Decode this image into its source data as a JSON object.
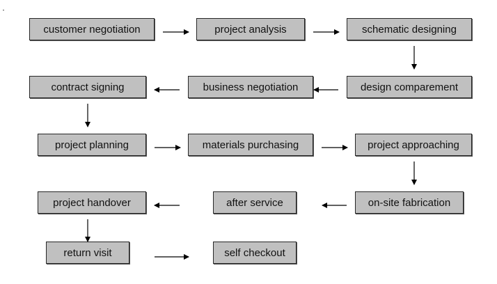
{
  "colors": {
    "box_fill": "#c0c0c0",
    "box_border": "#262626",
    "arrow": "#000000",
    "text": "#111111"
  },
  "steps": {
    "customer_negotiation": "customer negotiation",
    "project_analysis": "project analysis",
    "schematic_designing": "schematic designing",
    "design_comparement": "design comparement",
    "business_negotiation": "business negotiation",
    "contract_signing": "contract signing",
    "project_planning": "project planning",
    "materials_purchasing": "materials purchasing",
    "project_approaching": "project approaching",
    "onsite_fabrication": "on-site fabrication",
    "after_service": "after service",
    "project_handover": "project handover",
    "return_visit": "return visit",
    "self_checkout": "self checkout"
  },
  "flow": [
    [
      "customer_negotiation",
      "project_analysis"
    ],
    [
      "project_analysis",
      "schematic_designing"
    ],
    [
      "schematic_designing",
      "design_comparement"
    ],
    [
      "design_comparement",
      "business_negotiation"
    ],
    [
      "business_negotiation",
      "contract_signing"
    ],
    [
      "contract_signing",
      "project_planning"
    ],
    [
      "project_planning",
      "materials_purchasing"
    ],
    [
      "materials_purchasing",
      "project_approaching"
    ],
    [
      "project_approaching",
      "onsite_fabrication"
    ],
    [
      "onsite_fabrication",
      "after_service"
    ],
    [
      "after_service",
      "project_handover"
    ],
    [
      "project_handover",
      "return_visit"
    ],
    [
      "return_visit",
      "self_checkout"
    ]
  ]
}
